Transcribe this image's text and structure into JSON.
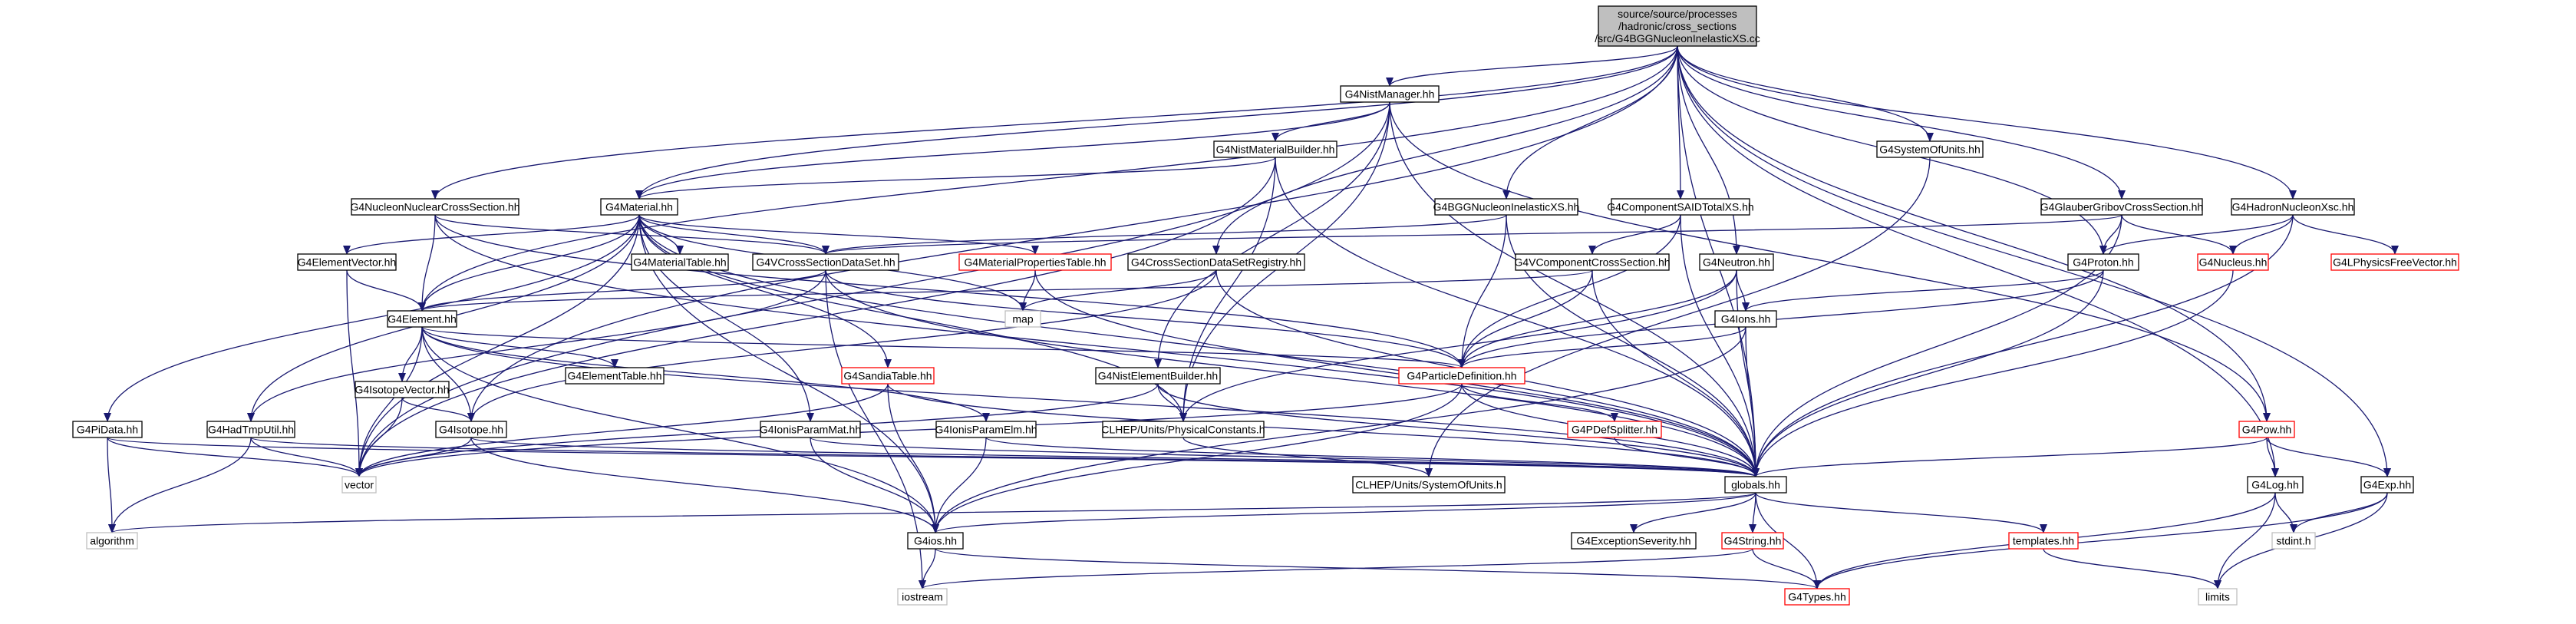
{
  "graph": {
    "root": "source/source/processes/hadronic/cross_sections/src/G4BGGNucleonInelasticXS.cc",
    "nodes": [
      {
        "id": "root",
        "lines": [
          "source/source/processes",
          "/hadronic/cross_sections",
          "/src/G4BGGNucleonInelasticXS.cc"
        ],
        "kind": "root"
      },
      {
        "id": "nistmgr",
        "lines": [
          "G4NistManager.hh"
        ],
        "kind": "normal"
      },
      {
        "id": "nistmatb",
        "lines": [
          "G4NistMaterialBuilder.hh"
        ],
        "kind": "normal"
      },
      {
        "id": "sysunits",
        "lines": [
          "G4SystemOfUnits.hh"
        ],
        "kind": "normal"
      },
      {
        "id": "nncs",
        "lines": [
          "G4NucleonNuclearCrossSection.hh"
        ],
        "kind": "normal"
      },
      {
        "id": "material",
        "lines": [
          "G4Material.hh"
        ],
        "kind": "normal"
      },
      {
        "id": "bggxs",
        "lines": [
          "G4BGGNucleonInelasticXS.hh"
        ],
        "kind": "normal"
      },
      {
        "id": "compsaid",
        "lines": [
          "G4ComponentSAIDTotalXS.hh"
        ],
        "kind": "normal"
      },
      {
        "id": "glauber",
        "lines": [
          "G4GlauberGribovCrossSection.hh"
        ],
        "kind": "normal"
      },
      {
        "id": "hadnuc",
        "lines": [
          "G4HadronNucleonXsc.hh"
        ],
        "kind": "normal"
      },
      {
        "id": "elemvec",
        "lines": [
          "G4ElementVector.hh"
        ],
        "kind": "normal"
      },
      {
        "id": "mattable",
        "lines": [
          "G4MaterialTable.hh"
        ],
        "kind": "normal"
      },
      {
        "id": "vcsds",
        "lines": [
          "G4VCrossSectionDataSet.hh"
        ],
        "kind": "normal"
      },
      {
        "id": "matprop",
        "lines": [
          "G4MaterialPropertiesTable.hh"
        ],
        "kind": "red"
      },
      {
        "id": "csdsreg",
        "lines": [
          "G4CrossSectionDataSetRegistry.hh"
        ],
        "kind": "normal"
      },
      {
        "id": "vcompcs",
        "lines": [
          "G4VComponentCrossSection.hh"
        ],
        "kind": "normal"
      },
      {
        "id": "neutron",
        "lines": [
          "G4Neutron.hh"
        ],
        "kind": "normal"
      },
      {
        "id": "proton",
        "lines": [
          "G4Proton.hh"
        ],
        "kind": "normal"
      },
      {
        "id": "nucleus",
        "lines": [
          "G4Nucleus.hh"
        ],
        "kind": "red"
      },
      {
        "id": "physfree",
        "lines": [
          "G4LPhysicsFreeVector.hh"
        ],
        "kind": "red"
      },
      {
        "id": "map",
        "lines": [
          "map"
        ],
        "kind": "gray"
      },
      {
        "id": "element",
        "lines": [
          "G4Element.hh"
        ],
        "kind": "normal"
      },
      {
        "id": "ions",
        "lines": [
          "G4Ions.hh"
        ],
        "kind": "normal"
      },
      {
        "id": "elemtable",
        "lines": [
          "G4ElementTable.hh"
        ],
        "kind": "normal"
      },
      {
        "id": "sandia",
        "lines": [
          "G4SandiaTable.hh"
        ],
        "kind": "red"
      },
      {
        "id": "nistelb",
        "lines": [
          "G4NistElementBuilder.hh"
        ],
        "kind": "normal"
      },
      {
        "id": "partdef",
        "lines": [
          "G4ParticleDefinition.hh"
        ],
        "kind": "red"
      },
      {
        "id": "isovec",
        "lines": [
          "G4IsotopeVector.hh"
        ],
        "kind": "normal"
      },
      {
        "id": "isotope",
        "lines": [
          "G4Isotope.hh"
        ],
        "kind": "normal"
      },
      {
        "id": "pidata",
        "lines": [
          "G4PiData.hh"
        ],
        "kind": "normal"
      },
      {
        "id": "hadtmp",
        "lines": [
          "G4HadTmpUtil.hh"
        ],
        "kind": "normal"
      },
      {
        "id": "ionismat",
        "lines": [
          "G4IonisParamMat.hh"
        ],
        "kind": "normal"
      },
      {
        "id": "ioniselm",
        "lines": [
          "G4IonisParamElm.hh"
        ],
        "kind": "normal"
      },
      {
        "id": "physconst",
        "lines": [
          "CLHEP/Units/PhysicalConstants.h"
        ],
        "kind": "normal"
      },
      {
        "id": "pdefsplit",
        "lines": [
          "G4PDefSplitter.hh"
        ],
        "kind": "red"
      },
      {
        "id": "pow",
        "lines": [
          "G4Pow.hh"
        ],
        "kind": "red"
      },
      {
        "id": "vector",
        "lines": [
          "vector"
        ],
        "kind": "gray"
      },
      {
        "id": "clhepunits",
        "lines": [
          "CLHEP/Units/SystemOfUnits.h"
        ],
        "kind": "normal"
      },
      {
        "id": "globals",
        "lines": [
          "globals.hh"
        ],
        "kind": "normal"
      },
      {
        "id": "log",
        "lines": [
          "G4Log.hh"
        ],
        "kind": "normal"
      },
      {
        "id": "exp",
        "lines": [
          "G4Exp.hh"
        ],
        "kind": "normal"
      },
      {
        "id": "algorithm",
        "lines": [
          "algorithm"
        ],
        "kind": "gray"
      },
      {
        "id": "g4ios",
        "lines": [
          "G4ios.hh"
        ],
        "kind": "normal"
      },
      {
        "id": "excsev",
        "lines": [
          "G4ExceptionSeverity.hh"
        ],
        "kind": "normal"
      },
      {
        "id": "g4string",
        "lines": [
          "G4String.hh"
        ],
        "kind": "red"
      },
      {
        "id": "templates",
        "lines": [
          "templates.hh"
        ],
        "kind": "red"
      },
      {
        "id": "stdint",
        "lines": [
          "stdint.h"
        ],
        "kind": "gray"
      },
      {
        "id": "iostream",
        "lines": [
          "iostream"
        ],
        "kind": "gray"
      },
      {
        "id": "g4types",
        "lines": [
          "G4Types.hh"
        ],
        "kind": "red"
      },
      {
        "id": "limits",
        "lines": [
          "limits"
        ],
        "kind": "gray"
      }
    ],
    "edges": [
      [
        "root",
        "nistmgr"
      ],
      [
        "root",
        "sysunits"
      ],
      [
        "root",
        "nncs"
      ],
      [
        "root",
        "material"
      ],
      [
        "root",
        "bggxs"
      ],
      [
        "root",
        "compsaid"
      ],
      [
        "root",
        "glauber"
      ],
      [
        "root",
        "hadnuc"
      ],
      [
        "root",
        "csdsreg"
      ],
      [
        "root",
        "neutron"
      ],
      [
        "root",
        "proton"
      ],
      [
        "root",
        "element"
      ],
      [
        "root",
        "isotope"
      ],
      [
        "root",
        "globals"
      ],
      [
        "root",
        "pow"
      ],
      [
        "root",
        "log"
      ],
      [
        "root",
        "exp"
      ],
      [
        "nistmgr",
        "nistmatb"
      ],
      [
        "nistmgr",
        "material"
      ],
      [
        "nistmgr",
        "nistelb"
      ],
      [
        "nistmgr",
        "physconst"
      ],
      [
        "nistmgr",
        "globals"
      ],
      [
        "nistmgr",
        "pow"
      ],
      [
        "nistmgr",
        "vector"
      ],
      [
        "nistmatb",
        "material"
      ],
      [
        "nistmatb",
        "physconst"
      ],
      [
        "nistmatb",
        "globals"
      ],
      [
        "nistmatb",
        "vector"
      ],
      [
        "sysunits",
        "clhepunits"
      ],
      [
        "nncs",
        "vcsds"
      ],
      [
        "nncs",
        "partdef"
      ],
      [
        "nncs",
        "globals"
      ],
      [
        "nncs",
        "element"
      ],
      [
        "material",
        "elemvec"
      ],
      [
        "material",
        "mattable"
      ],
      [
        "material",
        "vcsds"
      ],
      [
        "material",
        "matprop"
      ],
      [
        "material",
        "map"
      ],
      [
        "material",
        "element"
      ],
      [
        "material",
        "sandia"
      ],
      [
        "material",
        "ionismat"
      ],
      [
        "material",
        "physconst"
      ],
      [
        "material",
        "globals"
      ],
      [
        "material",
        "vector"
      ],
      [
        "material",
        "g4ios"
      ],
      [
        "material",
        "pidata"
      ],
      [
        "material",
        "hadtmp"
      ],
      [
        "bggxs",
        "vcsds"
      ],
      [
        "bggxs",
        "partdef"
      ],
      [
        "bggxs",
        "globals"
      ],
      [
        "compsaid",
        "vcompcs"
      ],
      [
        "compsaid",
        "partdef"
      ],
      [
        "compsaid",
        "globals"
      ],
      [
        "glauber",
        "vcsds"
      ],
      [
        "glauber",
        "proton"
      ],
      [
        "glauber",
        "nucleus"
      ],
      [
        "glauber",
        "globals"
      ],
      [
        "hadnuc",
        "nucleus"
      ],
      [
        "hadnuc",
        "physfree"
      ],
      [
        "hadnuc",
        "proton"
      ],
      [
        "hadnuc",
        "globals"
      ],
      [
        "elemvec",
        "element"
      ],
      [
        "elemvec",
        "vector"
      ],
      [
        "vcsds",
        "element"
      ],
      [
        "vcsds",
        "partdef"
      ],
      [
        "vcsds",
        "globals"
      ],
      [
        "vcsds",
        "hadtmp"
      ],
      [
        "vcsds",
        "iostream"
      ],
      [
        "matprop",
        "map"
      ],
      [
        "matprop",
        "globals"
      ],
      [
        "csdsreg",
        "map"
      ],
      [
        "csdsreg",
        "globals"
      ],
      [
        "csdsreg",
        "isotope"
      ],
      [
        "vcompcs",
        "partdef"
      ],
      [
        "vcompcs",
        "globals"
      ],
      [
        "vcompcs",
        "element"
      ],
      [
        "neutron",
        "ions"
      ],
      [
        "neutron",
        "partdef"
      ],
      [
        "neutron",
        "globals"
      ],
      [
        "neutron",
        "physconst"
      ],
      [
        "proton",
        "ions"
      ],
      [
        "proton",
        "partdef"
      ],
      [
        "proton",
        "globals"
      ],
      [
        "nucleus",
        "globals"
      ],
      [
        "element",
        "elemtable"
      ],
      [
        "element",
        "isovec"
      ],
      [
        "element",
        "isotope"
      ],
      [
        "element",
        "ioniselm"
      ],
      [
        "element",
        "globals"
      ],
      [
        "element",
        "vector"
      ],
      [
        "element",
        "g4ios"
      ],
      [
        "element",
        "partdef"
      ],
      [
        "ions",
        "partdef"
      ],
      [
        "ions",
        "globals"
      ],
      [
        "ions",
        "g4ios"
      ],
      [
        "sandia",
        "globals"
      ],
      [
        "sandia",
        "vector"
      ],
      [
        "sandia",
        "g4ios"
      ],
      [
        "nistelb",
        "physconst"
      ],
      [
        "nistelb",
        "globals"
      ],
      [
        "nistelb",
        "vector"
      ],
      [
        "partdef",
        "pdefsplit"
      ],
      [
        "partdef",
        "globals"
      ],
      [
        "partdef",
        "vector"
      ],
      [
        "partdef",
        "g4ios"
      ],
      [
        "isovec",
        "isotope"
      ],
      [
        "isovec",
        "vector"
      ],
      [
        "isotope",
        "globals"
      ],
      [
        "isotope",
        "vector"
      ],
      [
        "isotope",
        "g4ios"
      ],
      [
        "pidata",
        "globals"
      ],
      [
        "pidata",
        "vector"
      ],
      [
        "pidata",
        "algorithm"
      ],
      [
        "hadtmp",
        "globals"
      ],
      [
        "hadtmp",
        "vector"
      ],
      [
        "hadtmp",
        "algorithm"
      ],
      [
        "ionismat",
        "globals"
      ],
      [
        "ionismat",
        "g4ios"
      ],
      [
        "ioniselm",
        "globals"
      ],
      [
        "ioniselm",
        "g4ios"
      ],
      [
        "physconst",
        "clhepunits"
      ],
      [
        "pdefsplit",
        "globals"
      ],
      [
        "pow",
        "globals"
      ],
      [
        "pow",
        "log"
      ],
      [
        "pow",
        "exp"
      ],
      [
        "globals",
        "g4ios"
      ],
      [
        "globals",
        "excsev"
      ],
      [
        "globals",
        "g4string"
      ],
      [
        "globals",
        "templates"
      ],
      [
        "globals",
        "g4types"
      ],
      [
        "globals",
        "algorithm"
      ],
      [
        "log",
        "stdint"
      ],
      [
        "log",
        "limits"
      ],
      [
        "log",
        "g4types"
      ],
      [
        "exp",
        "stdint"
      ],
      [
        "exp",
        "limits"
      ],
      [
        "exp",
        "g4types"
      ],
      [
        "g4ios",
        "iostream"
      ],
      [
        "g4ios",
        "g4types"
      ],
      [
        "g4string",
        "iostream"
      ],
      [
        "g4string",
        "g4types"
      ],
      [
        "templates",
        "limits"
      ]
    ]
  },
  "colors": {
    "edge": "#191970",
    "box_border": "#000000",
    "box_border_red": "#ff0000",
    "box_border_gray": "#bfbfbf",
    "root_fill": "#bfbfbf",
    "text": "#000000"
  }
}
